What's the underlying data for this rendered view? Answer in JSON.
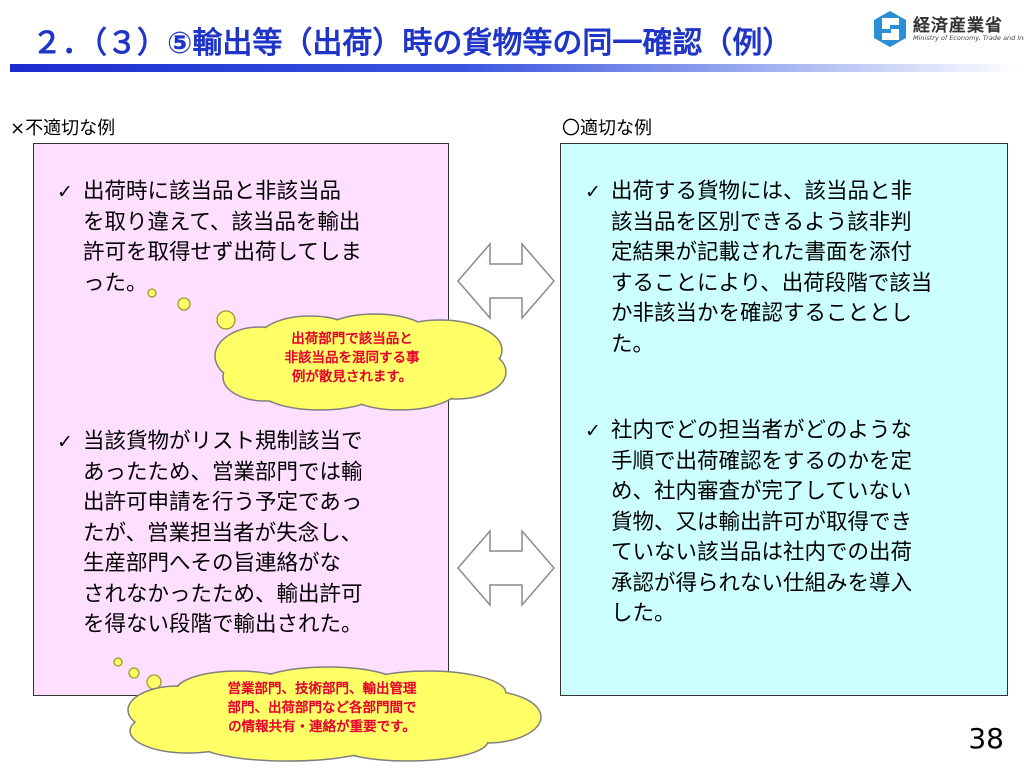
{
  "header": {
    "title": "２．（３）⑤輸出等（出荷）時の貨物等の同一確認（例）",
    "logo_name": "経済産業省",
    "logo_sub": "Ministry of Economy, Trade and Industry"
  },
  "left": {
    "label": "×不適切な例",
    "bullet1": [
      "出荷時に該当品と非該当品",
      "を取り違えて、該当品を輸出",
      "許可を取得せず出荷してしま",
      "った。"
    ],
    "bullet2": [
      "当該貨物がリスト規制該当で",
      "あったため、営業部門では輸",
      "出許可申請を行う予定であっ",
      "たが、営業担当者が失念し、",
      "生産部門へその旨連絡がな",
      "されなかったため、輸出許可",
      "を得ない段階で輸出された。"
    ]
  },
  "right": {
    "label": "〇適切な例",
    "bullet1": [
      "出荷する貨物には、該当品と非",
      "該当品を区別できるよう該非判",
      "定結果が記載された書面を添付",
      "することにより、出荷段階で該当",
      "か非該当かを確認することとし",
      "た。"
    ],
    "bullet2": [
      "社内でどの担当者がどのような",
      "手順で出荷確認をするのかを定",
      "め、社内審査が完了していない",
      "貨物、又は輸出許可が取得でき",
      "ていない該当品は社内での出荷",
      "承認が得られない仕組みを導入",
      "した。"
    ]
  },
  "callouts": {
    "c1": [
      "出荷部門で該当品と",
      "非該当品を混同する事",
      "例が散見されます。"
    ],
    "c2": [
      "営業部門、技術部門、輸出管理",
      "部門、出荷部門など各部門間で",
      "の情報共有・連絡が重要です。"
    ]
  },
  "check_glyph": "✓",
  "page_number": "38",
  "colors": {
    "title": "#1f35c8",
    "left_panel": "#ffdfff",
    "right_panel": "#ccffff",
    "callout_fill": "#ffff66",
    "callout_text": "#e6002e"
  }
}
